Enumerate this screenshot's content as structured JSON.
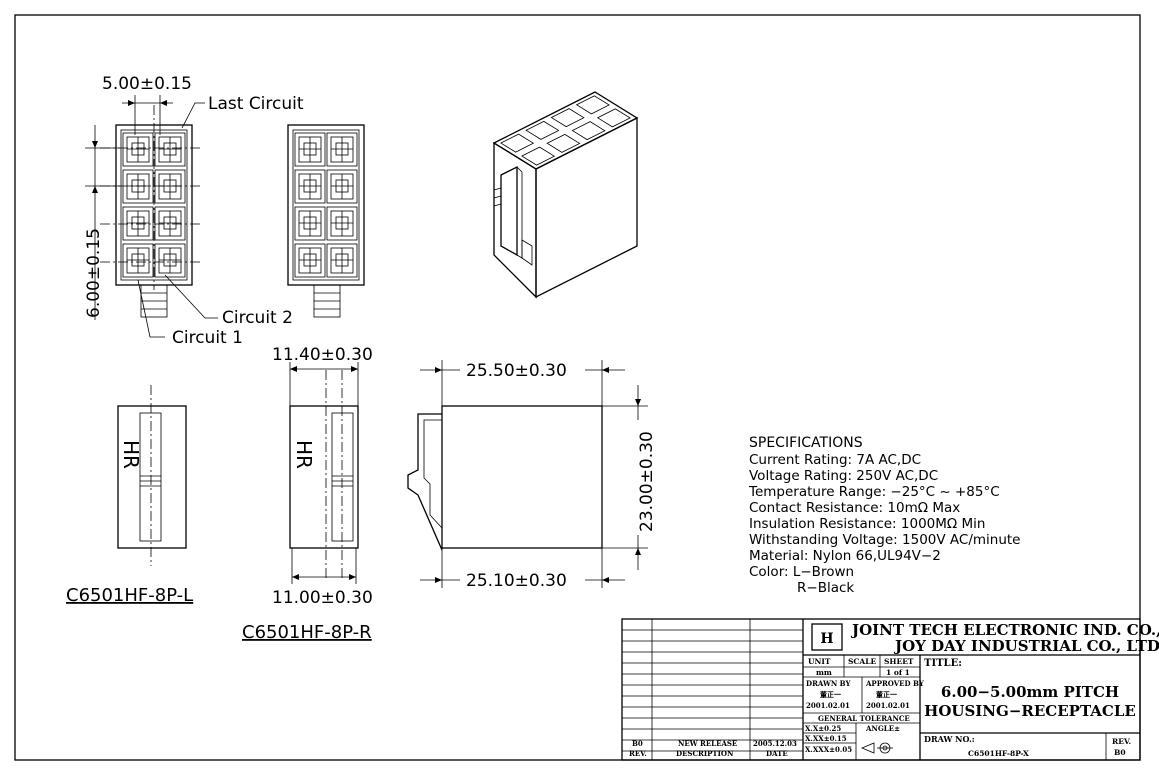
{
  "views": {
    "top": {
      "pitch_horizontal": "5.00±0.15",
      "pitch_vertical": "6.00±0.15",
      "last_circuit": "Last Circuit",
      "circuit_2": "Circuit 2",
      "circuit_1": "Circuit 1"
    },
    "front": {
      "width_top": "11.40±0.30",
      "width_bottom": "11.00±0.30",
      "marking": "HR"
    },
    "side": {
      "length_top": "25.50±0.30",
      "length_bottom": "25.10±0.30",
      "height": "23.00±0.30"
    },
    "part_left": "C6501HF-8P-L",
    "part_right": "C6501HF-8P-R"
  },
  "specifications": {
    "heading": "SPECIFICATIONS",
    "lines": [
      "Current Rating: 7A AC,DC",
      "Voltage Rating: 250V AC,DC",
      "Temperature Range: −25°C ~ +85°C",
      "Contact Resistance: 10mΩ Max",
      "Insulation Resistance: 1000MΩ Min",
      "Withstanding Voltage: 1500V AC/minute",
      "Material: Nylon 66,UL94V−2",
      "Color: L−Brown",
      "R−Black"
    ]
  },
  "title_block": {
    "company_1": "JOINT TECH ELECTRONIC IND. CO., LTD.",
    "company_2": "JOY DAY INDUSTRIAL CO., LTD.",
    "unit_label": "UNIT",
    "unit_value": "mm",
    "scale_label": "SCALE",
    "sheet_label": "SHEET",
    "sheet_value": "1 of 1",
    "title_label": "TITLE:",
    "title_line_1": "6.00−5.00mm PITCH",
    "title_line_2": "HOUSING−RECEPTACLE",
    "drawn_by_label": "DRAWN BY",
    "drawn_by_name": "董正一",
    "drawn_date": "2001.02.01",
    "approved_by_label": "APPROVED BY",
    "approved_by_name": "董正一",
    "approved_date": "2001.02.01",
    "general_tolerance_label": "GENERAL TOLERANCE",
    "tol_1": "X.X±0.25",
    "tol_2": "X.XX±0.15",
    "tol_3": "X.XXX±0.05",
    "angle_label": "ANGLE±",
    "draw_no_label": "DRAW NO.:",
    "draw_no_value": "C6501HF-8P-X",
    "rev_label": "REV.",
    "rev_value": "B0",
    "revision_row": {
      "rev": "B0",
      "description": "NEW RELEASE",
      "date": "2005.12.03"
    },
    "header_rev": "REV.",
    "header_description": "DESCRIPTION",
    "header_date": "DATE"
  }
}
